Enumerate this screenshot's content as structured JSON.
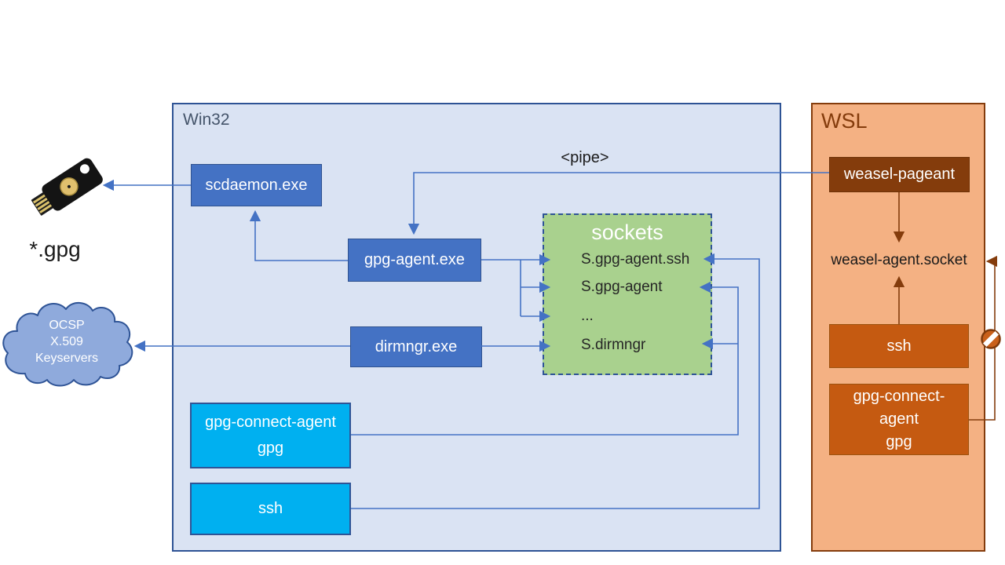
{
  "win32": {
    "label": "Win32",
    "scdaemon_label": "scdaemon.exe",
    "gpg_agent_label": "gpg-agent.exe",
    "dirmngr_label": "dirmngr.exe",
    "gpg_connect_agent": {
      "line1": "gpg-connect-agent",
      "line2": "gpg"
    },
    "ssh_label": "ssh",
    "sockets": {
      "title": "sockets",
      "entries": [
        "S.gpg-agent.ssh",
        "S.gpg-agent",
        "...",
        "S.dirmngr"
      ]
    }
  },
  "wsl": {
    "label": "WSL",
    "weasel_pageant_label": "weasel-pageant",
    "weasel_agent_socket_label": "weasel-agent.socket",
    "ssh_label": "ssh",
    "gpg_connect_agent": {
      "line1": "gpg-connect-",
      "line2": "agent",
      "line3": "gpg"
    }
  },
  "external": {
    "gpg_files_label": "*.gpg",
    "keyservers_cloud": {
      "line1": "OCSP",
      "line2": "X.509",
      "line3": "Keyservers"
    }
  },
  "annotations": {
    "pipe_label": "<pipe>"
  },
  "icons": {
    "yubikey": "yubikey-security-key",
    "cloud": "network-cloud",
    "no_entry": "prohibition-sign"
  },
  "colors": {
    "win32_fill": "#dae3f3",
    "win32_border": "#2e5395",
    "win32_label": "#44546a",
    "process_blue": "#4472c4",
    "process_blue_border": "#2f528f",
    "client_cyan": "#00b0f0",
    "client_cyan_border": "#2f5496",
    "sockets_green": "#a9d18e",
    "sockets_border_dashed": "#2f5496",
    "wsl_fill": "#f4b183",
    "wsl_border": "#843c0c",
    "wsl_dark_box": "#843c0c",
    "wsl_orange_box": "#c55a11",
    "cloud_fill": "#8faadc",
    "cloud_border": "#2f5496",
    "arrow_blue": "#4472c4",
    "arrow_brown": "#843c0c"
  }
}
